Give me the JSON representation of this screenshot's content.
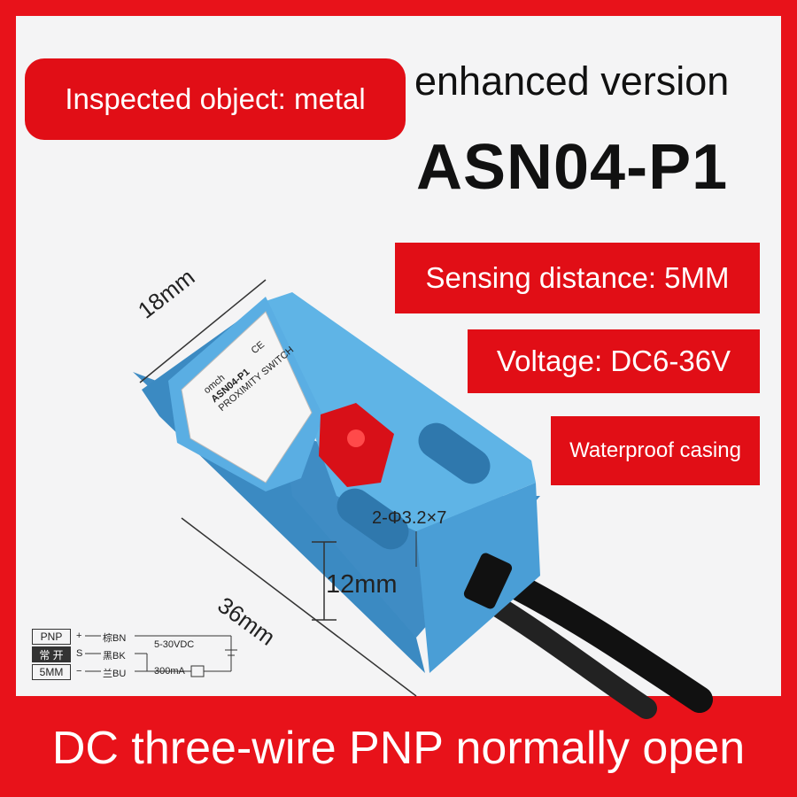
{
  "badges": {
    "inspected": "Inspected object: metal",
    "sensing": "Sensing distance: 5MM",
    "voltage": "Voltage: DC6-36V",
    "waterproof": "Waterproof casing"
  },
  "heading": {
    "version": "enhanced version",
    "model": "ASN04-P1"
  },
  "dimensions": {
    "width": "18mm",
    "length": "36mm",
    "height": "12mm",
    "holes": "2-Φ3.2×7"
  },
  "label": {
    "brand": "omch",
    "model": "ASN04-P1",
    "type": "PROXIMITY SWITCH",
    "ce": "CE"
  },
  "wiring": {
    "type": "PNP",
    "mode": "常 开",
    "distance": "5MM",
    "wire_bn": "棕BN",
    "wire_bk": "黑BK",
    "wire_bu": "兰BU",
    "voltage": "5-30VDC",
    "current": "300mA",
    "plus": "+",
    "signal": "S",
    "minus": "−"
  },
  "footer": "DC three-wire PNP normally open",
  "colors": {
    "brand_red": "#e8121a",
    "sensor_blue": "#4da4da",
    "background": "#f4f4f5"
  }
}
